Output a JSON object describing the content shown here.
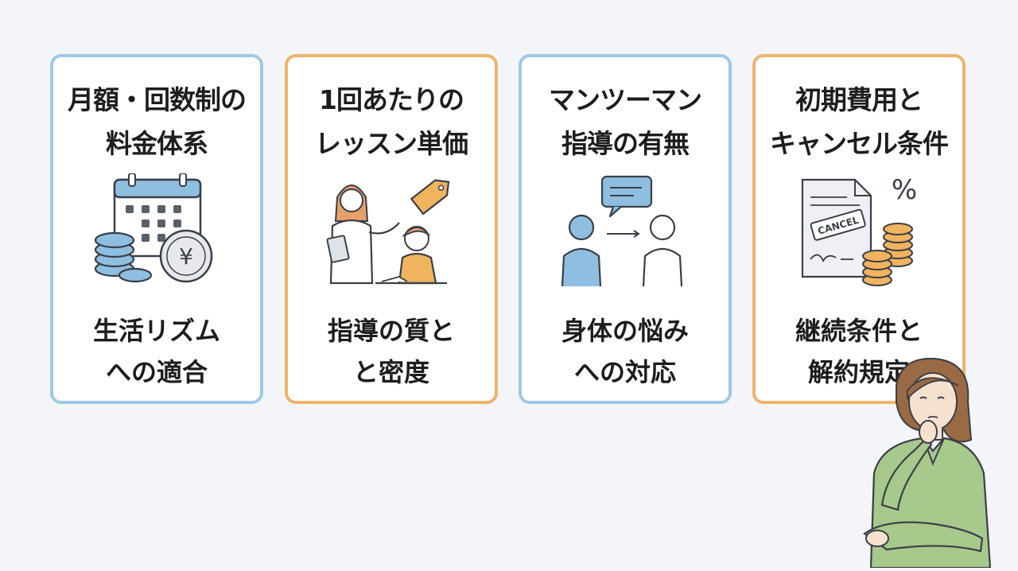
{
  "cards": [
    {
      "title_line1": "月額・回数制の",
      "title_line2": "料金体系",
      "caption_line1": "生活リズム",
      "caption_line2": "への適合",
      "border_color": "#9ec9e5"
    },
    {
      "title_line1": "1回あたりの",
      "title_line2": "レッスン単価",
      "caption_line1": "指導の質と",
      "caption_line2": "と密度",
      "border_color": "#eeb468"
    },
    {
      "title_line1": "マンツーマン",
      "title_line2": "指導の有無",
      "caption_line1": "身体の悩み",
      "caption_line2": "への対応",
      "border_color": "#9ec9e5"
    },
    {
      "title_line1": "初期費用と",
      "title_line2": "キャンセル条件",
      "caption_line1": "継続条件と",
      "caption_line2": "解約規定",
      "border_color": "#eeb468"
    }
  ],
  "illustrations": {
    "card1": {
      "icon": "calendar-yen-coins-icon",
      "symbol": "¥"
    },
    "card2": {
      "icon": "teacher-student-price-tag-icon"
    },
    "card3": {
      "icon": "one-on-one-chat-icon"
    },
    "card4": {
      "icon": "cancel-document-coins-icon",
      "stamp_text": "CANCEL",
      "percent_text": "%"
    }
  },
  "colors": {
    "blue_border": "#9ec9e5",
    "orange_border": "#eeb468",
    "icon_blue": "#8fbfe0",
    "icon_orange": "#f0b35e"
  }
}
